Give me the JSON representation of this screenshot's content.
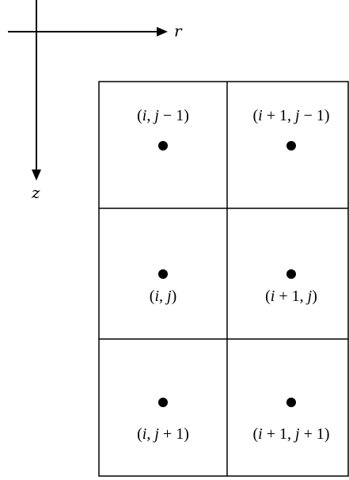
{
  "axes": {
    "r_label": "r",
    "z_label": "z"
  },
  "grid": {
    "cells": [
      {
        "label_i": "i",
        "label_j": "j − 1",
        "label_plus": "",
        "label_pos": "above"
      },
      {
        "label_i": "i",
        "label_j": "j − 1",
        "label_plus": "+ 1",
        "label_pos": "above"
      },
      {
        "label_i": "i",
        "label_j": "j",
        "label_plus": "",
        "label_pos": "below"
      },
      {
        "label_i": "i",
        "label_j": "j",
        "label_plus": "+ 1",
        "label_pos": "below"
      },
      {
        "label_i": "i",
        "label_j": "j + 1",
        "label_plus": "",
        "label_pos": "below"
      },
      {
        "label_i": "i",
        "label_j": "j + 1",
        "label_plus": "+ 1",
        "label_pos": "below"
      }
    ]
  },
  "labels": {
    "c00": "(i, j − 1)",
    "c01": "(i + 1, j − 1)",
    "c10": "(i, j)",
    "c11": "(i + 1, j)",
    "c20": "(i, j + 1)",
    "c21": "(i + 1, j + 1)"
  }
}
